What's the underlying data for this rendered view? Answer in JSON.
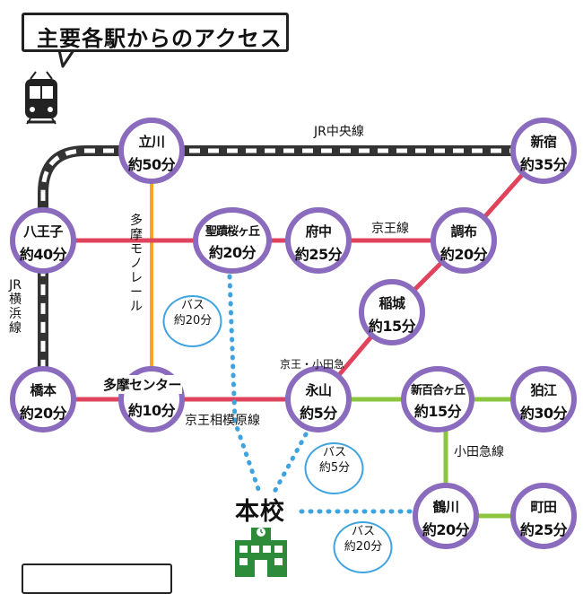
{
  "title": "主要各駅からのアクセス",
  "colors": {
    "station_ring": "#8a6bbd",
    "jr_line": "#333333",
    "keio_line": "#e0435c",
    "monorail": "#f5a623",
    "odakyu": "#8cc63f",
    "bus": "#3fa3df",
    "school": "#2e8b3a"
  },
  "stations": {
    "tachikawa": {
      "name": "立川",
      "time": "約50分"
    },
    "shinjuku": {
      "name": "新宿",
      "time": "約35分"
    },
    "hachioji": {
      "name": "八王子",
      "time": "約40分"
    },
    "seisekisakuragaoka": {
      "name": "聖蹟桜ヶ丘",
      "time": "約20分"
    },
    "fuchu": {
      "name": "府中",
      "time": "約25分"
    },
    "chofu": {
      "name": "調布",
      "time": "約20分"
    },
    "inagi": {
      "name": "稲城",
      "time": "約15分"
    },
    "hashimoto": {
      "name": "橋本",
      "time": "約20分"
    },
    "tama_center": {
      "name": "多摩センター",
      "time": "約10分"
    },
    "nagayama": {
      "name": "永山",
      "time": "約5分"
    },
    "shinyurigaoka": {
      "name": "新百合ヶ丘",
      "time": "約15分"
    },
    "komae": {
      "name": "狛江",
      "time": "約30分"
    },
    "tsurukawa": {
      "name": "鶴川",
      "time": "約20分"
    },
    "machida": {
      "name": "町田",
      "time": "約25分"
    }
  },
  "lines": {
    "jr_chuo": "JR中央線",
    "keio": "京王線",
    "tama_monorail": "多摩モノレール",
    "jr_yokohama": "JR横浜線",
    "keio_sagamihara": "京王相模原線",
    "keio_odakyu": "京王・小田急",
    "odakyu": "小田急線"
  },
  "bus": [
    {
      "line1": "バス",
      "line2": "約20分"
    },
    {
      "line1": "バス",
      "line2": "約5分"
    },
    {
      "line1": "バス",
      "line2": "約20分"
    }
  ],
  "school_label": "本校"
}
